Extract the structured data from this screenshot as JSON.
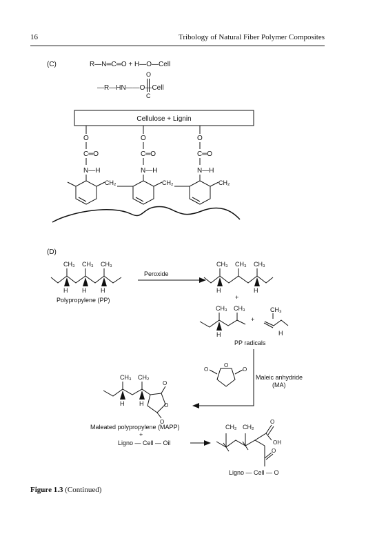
{
  "header": {
    "page_number": "16",
    "book_title": "Tribology of Natural Fiber Polymer Composites"
  },
  "panel_c": {
    "label": "(C)",
    "reaction_left": "R—N═C═O + H—O—Cell",
    "product_main": "—R—HN——O—Cell",
    "product_o": "O",
    "product_c": "C",
    "box_label": "Cellulose + Lignin",
    "atom_o": "O",
    "carbonyl": "C═O",
    "amine": "N—H",
    "ch2": "CH₂"
  },
  "panel_d": {
    "label": "(D)",
    "ch3": "CH₃",
    "ch2": "CH₂",
    "h": "H",
    "plus": "+",
    "pp_label": "Polypropylene (PP)",
    "peroxide": "Peroxide",
    "pp_radicals": "PP radicals",
    "maleic_label": "Maleic anhydride",
    "ma_abbrev": "(MA)",
    "mapp_label": "Maleated polypropylene (MAPP)",
    "ligno_cell_oil": "Ligno — Cell — Oil",
    "ligno_cell_o": "Ligno — Cell — O",
    "o": "O",
    "oh": "OH"
  },
  "caption": {
    "figure_label": "Figure 1.3",
    "continued": "(Continued)"
  }
}
